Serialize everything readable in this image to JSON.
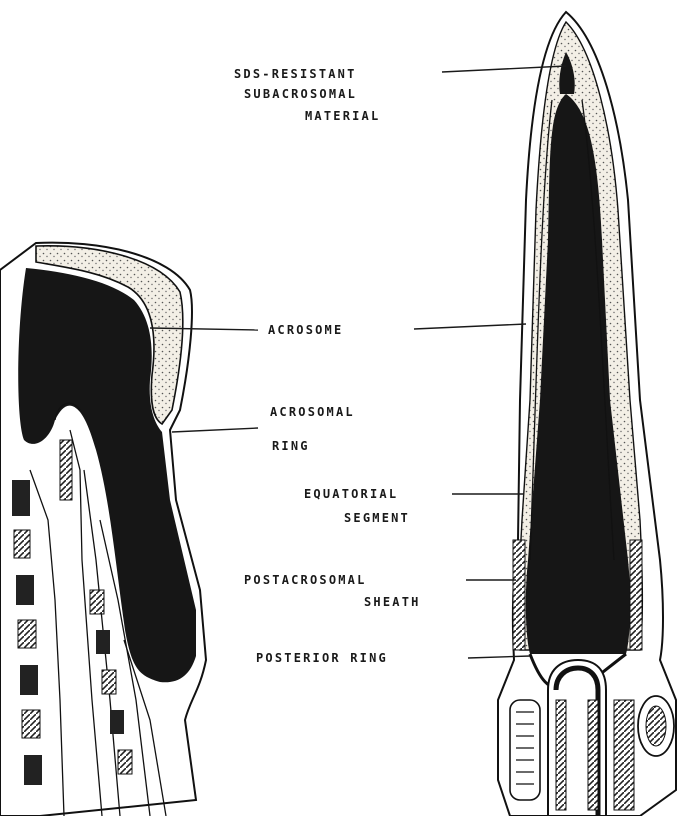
{
  "labels": {
    "sds_line1": "SDS-RESISTANT",
    "sds_line2": "SUBACROSOMAL",
    "sds_line3": "MATERIAL",
    "acrosome": "ACROSOME",
    "acrosomal_ring_line1": "ACROSOMAL",
    "acrosomal_ring_line2": "RING",
    "equatorial_line1": "EQUATORIAL",
    "equatorial_line2": "SEGMENT",
    "postacrosomal_line1": "POSTACROSOMAL",
    "postacrosomal_line2": "SHEATH",
    "posterior_ring": "POSTERIOR RING"
  },
  "colors": {
    "ink": "#111111",
    "paper": "#ffffff",
    "nucleus": "#161616",
    "stipple": "#f3efe6"
  }
}
